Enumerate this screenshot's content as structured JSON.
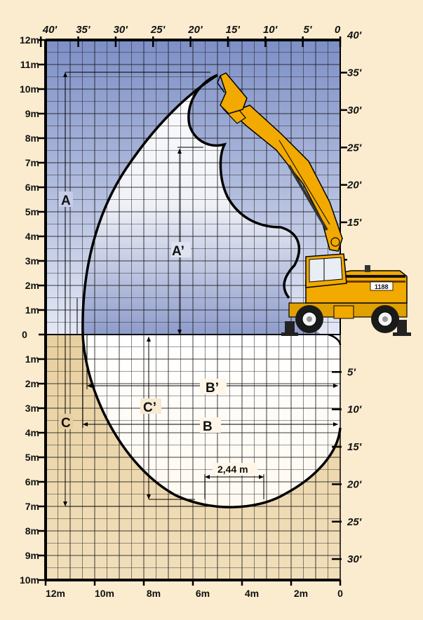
{
  "colors": {
    "page_background": "#fbeccf",
    "above_ground_top": "#7d8fc6",
    "above_ground_bottom": "#e4e8f5",
    "below_ground": "#e0c390",
    "grid": "#1a1a1a",
    "machine_yellow": "#f2a900",
    "outline": "#000000"
  },
  "top_feet_labels": [
    "40'",
    "35'",
    "30'",
    "25'",
    "20'",
    "15'",
    "10'",
    "5'",
    "0"
  ],
  "bottom_meter_labels": [
    "12m",
    "10m",
    "8m",
    "6m",
    "4m",
    "2m",
    "0"
  ],
  "left_meter_labels_above": [
    "12m",
    "11m",
    "10m",
    "9m",
    "8m",
    "7m",
    "6m",
    "5m",
    "4m",
    "3m",
    "2m",
    "1m"
  ],
  "ground_label": "0",
  "left_meter_labels_below": [
    "1m",
    "2m",
    "3m",
    "4m",
    "5m",
    "6m",
    "7m",
    "8m",
    "9m",
    "10m"
  ],
  "right_feet_labels_above": [
    "40'",
    "35'",
    "30'",
    "25'",
    "20'",
    "15'"
  ],
  "right_feet_labels_below": [
    "5'",
    "10'",
    "15'",
    "20'",
    "25'",
    "30'"
  ],
  "dimensions": {
    "A": "A",
    "A_prime": "A’",
    "B": "B",
    "B_prime": "B’",
    "C": "C",
    "C_prime": "C’",
    "bucket_width": "2,44 m"
  },
  "machine": {
    "model_badge": "1188",
    "icon": "wheeled-excavator-icon"
  }
}
